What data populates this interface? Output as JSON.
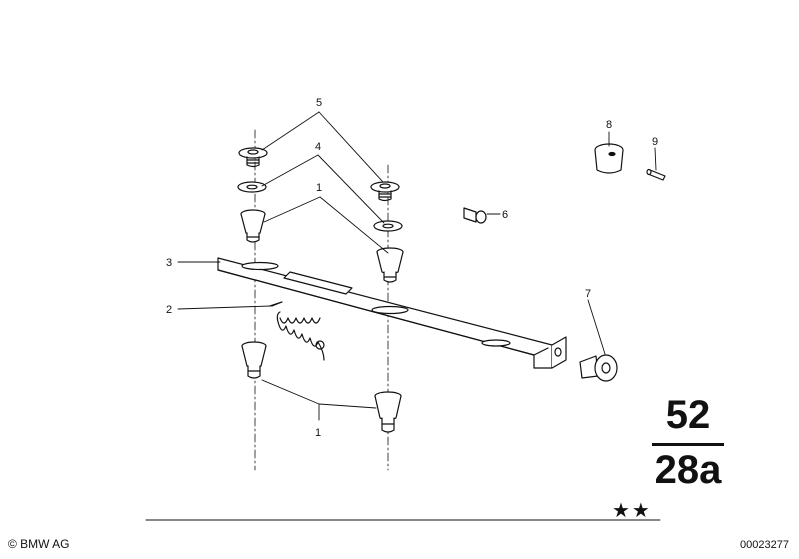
{
  "callouts": {
    "c1_top": "1",
    "c1_bottom": "1",
    "c2": "2",
    "c3": "3",
    "c4": "4",
    "c5": "5",
    "c6": "6",
    "c7": "7",
    "c8": "8",
    "c9": "9"
  },
  "group": {
    "main": "52",
    "sub": "28a"
  },
  "stars": "★★",
  "footer": {
    "copyright": "© BMW AG",
    "image_number": "00023277"
  }
}
